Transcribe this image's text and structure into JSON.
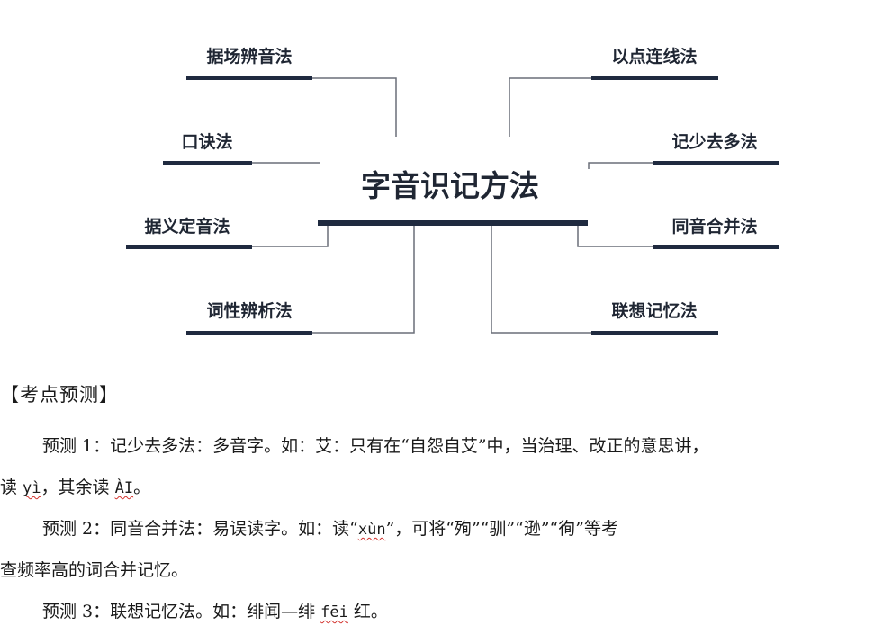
{
  "diagram": {
    "center": "字音识记方法",
    "left_nodes": [
      "据场辨音法",
      "口诀法",
      "据义定音法",
      "词性辨析法"
    ],
    "right_nodes": [
      "以点连线法",
      "记少去多法",
      "同音合并法",
      "联想记忆法"
    ]
  },
  "heading": "【考点预测】",
  "p1": {
    "line1": "预测 1：记少去多法：多音字。如：艾：只有在“自怨自艾”中，当治理、改正的意思讲，",
    "line2_a": "读 ",
    "pinyin1": "yì",
    "line2_b": "，其余读 ",
    "pinyin2": "ÀI",
    "line2_c": "。"
  },
  "p2": {
    "line1_a": "预测 2：同音合并法：易误读字。如：读“",
    "pinyin": "xùn",
    "line1_b": "”，可将“殉”“驯”“逊”“徇”等考",
    "line2": "查频率高的词合并记忆。"
  },
  "p3": {
    "text_a": "预测 3：联想记忆法。如：绯闻—绯 ",
    "pinyin": "fēi",
    "text_b": " 红。"
  }
}
